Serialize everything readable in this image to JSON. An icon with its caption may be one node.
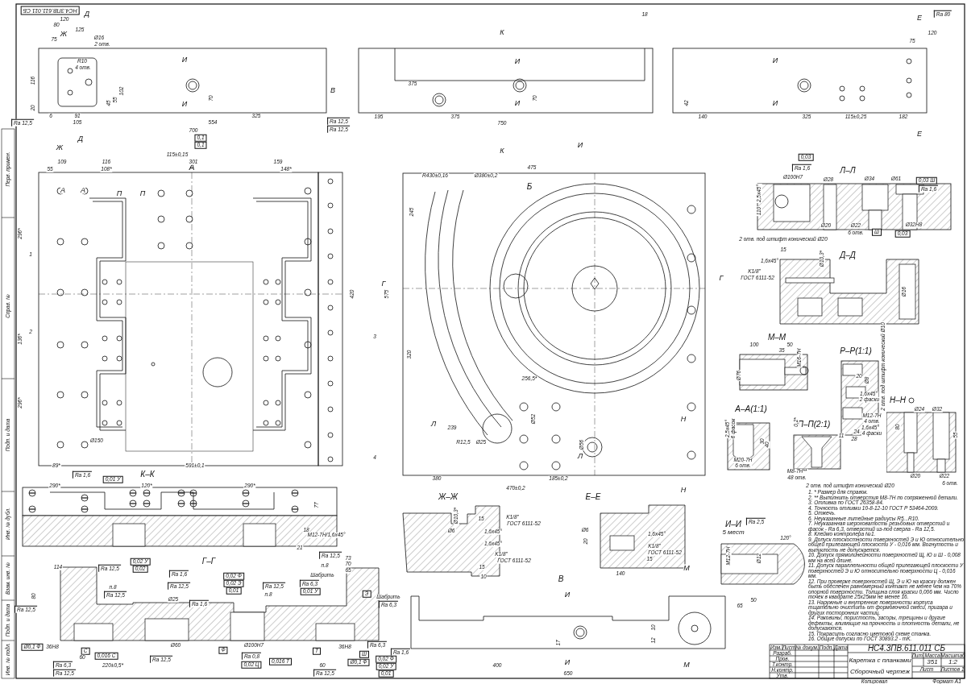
{
  "diagram": {
    "nodes": [
      {
        "text": [
          "А"
        ]
      },
      {
        "text": [
          "Б"
        ]
      },
      {
        "text": [
          "Л–Л"
        ]
      },
      {
        "text": [
          "Д–Д"
        ]
      },
      {
        "text": [
          "М–М"
        ]
      },
      {
        "text": [
          "Р–Р(1:1)"
        ]
      },
      {
        "text": [
          "А–А(1:1)"
        ]
      },
      {
        "text": [
          "П–П(2:1)"
        ]
      },
      {
        "text": [
          "Н–Н"
        ]
      },
      {
        "text": [
          "К–К"
        ]
      },
      {
        "text": [
          "Г–Г"
        ]
      },
      {
        "text": [
          "Ж–Ж"
        ]
      },
      {
        "text": [
          "Е–Е"
        ]
      },
      {
        "text": [
          "И–И"
        ],
        "beside": [
          "5 мест"
        ]
      },
      {
        "text": [
          "В"
        ]
      }
    ],
    "labels": [
      "Перв. примен.",
      "Справ. №",
      "Подп. и дата",
      "Инв. № дубл.",
      "Взам. инв. №",
      "Подп. и дата",
      "Инв. № подл.",
      "НС4.3ПВ.611.011 СБ",
      "Д",
      "120",
      "80",
      "125",
      "Ж",
      "75",
      "Ø16",
      "2 отв.",
      "R10",
      "4 отв.",
      "116",
      "20",
      "45",
      "55",
      "102",
      "И",
      "И",
      "70",
      "6",
      "91",
      "105",
      "325",
      "554",
      "700",
      "Ra 12,5",
      "0,1",
      "0,1",
      "Ж",
      "Д",
      "В",
      "К",
      "И",
      "И",
      "70",
      "375",
      "Ra 12,5",
      "Ra 12,5",
      "195",
      "375",
      "750",
      "К",
      "И",
      "18",
      "Е",
      "Ra 80",
      "120",
      "75",
      "И",
      "И",
      "42",
      "140",
      "325",
      "115±0,25",
      "182",
      "Е",
      "115±0,15",
      "109",
      "116",
      "301",
      "159",
      "55",
      "108*",
      "148*",
      "А",
      "А",
      "П",
      "П",
      "296*",
      "136*",
      "296*",
      "1",
      "2",
      "3",
      "4",
      "420",
      "575",
      "89*",
      "591±0,1",
      "Ra 1,6",
      "0,01 У",
      "Ø150",
      "475",
      "R430±0,16",
      "Ø380±0,2",
      "245",
      "320",
      "256,5*",
      "239",
      "R12,5",
      "Ø25",
      "380",
      "185±0,2",
      "470±0,2",
      "Ø52",
      "Ø56",
      "Л",
      "Л",
      "Г",
      "Г",
      "Н",
      "Н",
      "290*",
      "120*",
      "290*",
      "77",
      "18",
      "21",
      "М12-7Н/1,6х45°",
      "114",
      "Ra 12,5",
      "0,02 У",
      "0,02",
      "Ra 1,6",
      "0,02 Ф",
      "0,02 Э",
      "0,01",
      "Ra 12,5",
      "Ra 12,5",
      "п.8",
      "Ø25",
      "Ra 1,6",
      "Ra 12,5",
      "п.8",
      "Ra 12,5",
      "73",
      "70",
      "65",
      "п.8",
      "Шабрить",
      "Ra 6,3",
      "0,01 У",
      "80",
      "Ra 12,5",
      "Ø0,1 Ф",
      "36H8",
      "С",
      "60",
      "0,016 С",
      "Ra 6,3",
      "220±0,5*",
      "Ra 12,5",
      "Ø60",
      "Ra 12,5",
      "Ф",
      "Ø100H7",
      "Ra 0,8",
      "0,02 Ц",
      "0,016 Т",
      "Т",
      "60",
      "Ø0,1 Ф",
      "Ra 12,5",
      "36H8",
      "Ra 6,3",
      "Э",
      "Шабрить",
      "Ra 6,3",
      "Ш",
      "Ra 1,6",
      "0,02 Ф",
      "0,02 У",
      "0,01",
      "K1/8\"",
      "ГОСТ 6111-52",
      "1,6х45°",
      "1,6х45°",
      "K1/8\"",
      "ГОСТ 6111-52",
      "Ø6",
      "15",
      "15",
      "10",
      "Ø10,3*",
      "Ø6",
      "1,6х45°",
      "K1/8\"",
      "ГОСТ 6111-52",
      "15",
      "140",
      "20",
      "И",
      "И",
      "М",
      "М",
      "17",
      "10",
      "12",
      "400",
      "650",
      "Ra 2,5",
      "120°",
      "М12-7Н",
      "Ø12",
      "50",
      "65",
      "0,03",
      "Ra 1,6",
      "Ø100H7",
      "2,5х45°",
      "Ø28",
      "Ø34",
      "Ø61",
      "0,03 Ш",
      "Ra 1,6",
      "110",
      "Ø20",
      "Ø22",
      "6 отв.",
      "Ø32H8",
      "Ш",
      "0,03",
      "2 отв. под штифт конический Ø20",
      "15",
      "1,6х45°",
      "K1/8\"",
      "ГОСТ 6111-52",
      "Ø10,3*",
      "Ø16",
      "100",
      "50",
      "35",
      "М16-7Н",
      "Ø76",
      "2 отв. под штифт конический Ø10",
      "20",
      "Ø8",
      "1,6х45°",
      "2 фаски",
      "М12-7Н",
      "4 отв.",
      "1,6х45°",
      "4 фаски",
      "24",
      "28",
      "2,5х45°",
      "6 фасок",
      "30",
      "40",
      "М20-7Н",
      "6 отв.",
      "0,2*",
      "М8-7Н**",
      "48 отв.",
      "11",
      "Ø24",
      "Ø32",
      "80",
      "55",
      "Ø20",
      "Ø22",
      "6 отв.",
      "2 отв. под штифт конический Ø20",
      "1. * Размер для справок.",
      "2. ** Выполнить отверстия М8-7Н по сопряженной детали.",
      "3. Отливка по ГОСТ 26358-84.",
      "4. Точность отливки 10-8-12-10 ГОСТ Р 53464-2009.",
      "5. Отжечь.",
      "6. Неуказанные литейные радиусы R5...R10.",
      "7. Неуказанная шероховатость резьбовых отверстий и фасок - Ra 6,3, отверстий из-под сверла - Ra 12,5.",
      "8. Клеймо контролера №1.",
      "9. Допуск плоскостности поверхностей Э и Ю относительно общей прилегающей плоскости У - 0,016 мм. Вогнутость и выпуклость не допускается.",
      "10. Допуск прямолинейности поверхностей Щ, Ю и Ш - 0,008 мм на всей длине.",
      "11. Допуск параллельности общей прилегающей плоскости У поверхностей Э и Ю относительно поверхности Ц - 0,016 мм.",
      "12. При проверке поверхностей Щ, Э и Ю на краску должен быть обеспечен равномерный контакт не менее чем на 70% опорной поверхности. Толщина слоя краски 0,006 мм. Число точек в квадрате 25х25мм не менее 16.",
      "13. Наружные и внутренние поверхности корпуса тщательно очистить от формовочной смеси, пригара и других посторонних частиц.",
      "14. Раковины, пористость, засоры, трещины и другие дефекты, влияющие на прочность и плотность детали, не допускаются.",
      "15. Покрасить согласно цветовой схеме станка.",
      "16. Общие допуски по ГОСТ 30893.2 - mK.",
      "НС4.3ПВ.611.011 СБ",
      "Каретка с планками",
      "Сборочный чертеж",
      "Лит.",
      "Масса",
      "Масштаб",
      "351",
      "1:2",
      "Лист",
      "Листов 1",
      "Изм.",
      "Лист",
      "№ докум.",
      "Подп.",
      "Дата",
      "Разраб.",
      "Пров.",
      "Т.контр.",
      "Н.контр.",
      "Утв.",
      "Копировал",
      "Формат А1"
    ]
  }
}
